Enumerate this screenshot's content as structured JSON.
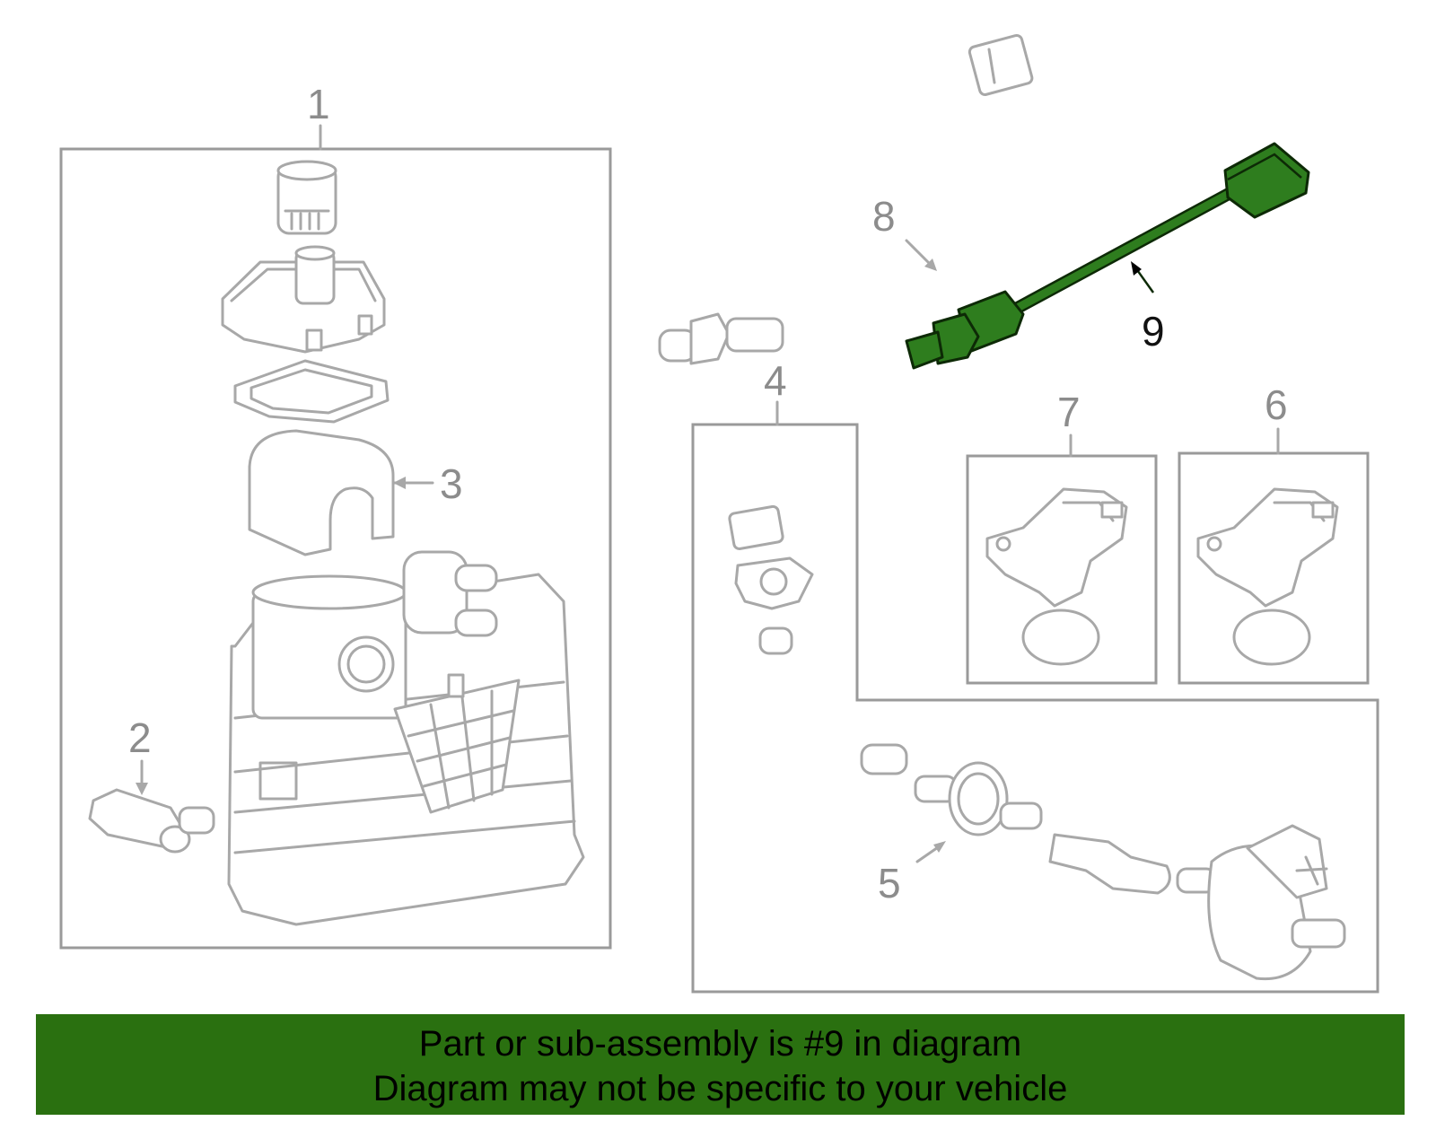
{
  "callouts": {
    "c1": "1",
    "c2": "2",
    "c3": "3",
    "c4": "4",
    "c5": "5",
    "c6": "6",
    "c7": "7",
    "c8": "8",
    "c9": "9"
  },
  "highlight_color": "#2a7010",
  "banner": {
    "line1": "Part or sub-assembly is #9 in diagram",
    "line2": "Diagram may not be specific to your vehicle"
  }
}
